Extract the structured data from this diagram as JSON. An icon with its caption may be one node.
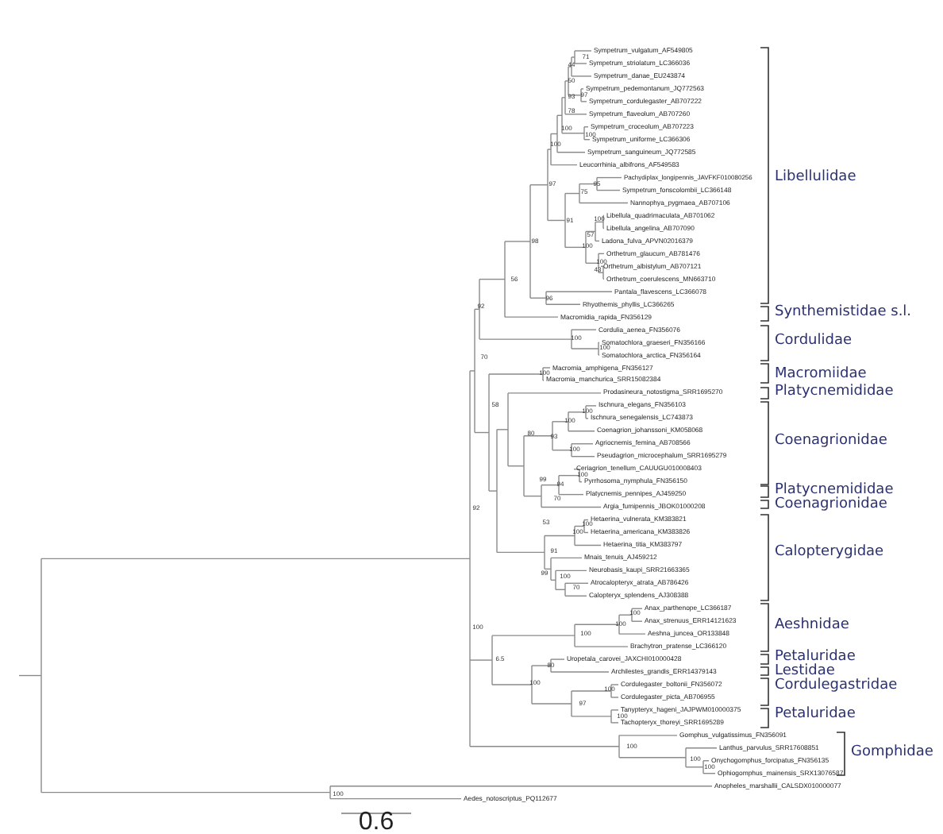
{
  "diagram": {
    "labels": [
      "Sympetrum_vulgatum_AF549805",
      "Sympetrum_striolatum_LC366036",
      "Sympetrum_danae_EU243874",
      "Sympetrum_pedemontanum_JQ772563",
      "Sympetrum_cordulegaster_AB707222",
      "Sympetrum_flaveolum_AB707260",
      "Sympetrum_croceolum_AB707223",
      "Sympetrum_uniforme_LC366306",
      "Sympetrum_sanguineum_JQ772585",
      "Leucorrhinia_albifrons_AF549583",
      "Pachydiplax_longipennis_JAVFKF010080256",
      "Sympetrum_fonscolombii_LC366148",
      "Nannophya_pygmaea_AB707106",
      "Libellula_quadrimaculata_AB701062",
      "Libellula_angelina_AB707090",
      "Ladona_fulva_APVN02016379",
      "Orthetrum_glaucum_AB781476",
      "Orthetrum_albistylum_AB707121",
      "Orthetrum_coerulescens_MN663710",
      "Pantala_flavescens_LC366078",
      "Rhyothemis_phyllis_LC366265",
      "Macromidia_rapida_FN356129",
      "Cordulia_aenea_FN356076",
      "Somatochlora_graeseri_FN356166",
      "Somatochlora_arctica_FN356164",
      "Macromia_amphigena_FN356127",
      "Macromia_manchurica_SRR15082384",
      "Prodasineura_notostigma_SRR1695270",
      "Ischnura_elegans_FN356103",
      "Ischnura_senegalensis_LC743873",
      "Coenagrion_johanssoni_KM058068",
      "Agriocnemis_femina_AB708566",
      "Pseudagrion_microcephalum_SRR1695279",
      "Ceriagrion_tenellum_CAUUGU010008403",
      "Pyrrhosoma_nymphula_FN356150",
      "Platycnemis_pennipes_AJ459250",
      "Argia_fumipennis_JBOK01000208",
      "Hetaerina_vulnerata_KM383821",
      "Hetaerina_americana_KM383826",
      "Hetaerina_titia_KM383797",
      "Mnais_tenuis_AJ459212",
      "Neurobasis_kaupi_SRR21663365",
      "Atrocalopteryx_atrata_AB786426",
      "Calopteryx_splendens_AJ308388",
      "Anax_parthenope_LC366187",
      "Anax_strenuus_ERR14121623",
      "Aeshna_juncea_OR133848",
      "Brachytron_pratense_LC366120",
      "Uropetala_carovei_JAXCHI010000428",
      "Archilestes_grandis_ERR14379143",
      "Cordulegaster_boltonii_FN356072",
      "Cordulegaster_picta_AB706955",
      "Tanypteryx_hageni_JAJPWM010000375",
      "Tachopteryx_thoreyi_SRR1695289",
      "Gomphus_vulgatissimus_FN356091",
      "Lanthus_parvulus_SRR17608851",
      "Onychogomphus_forcipatus_FN356135",
      "Ophiogomphus_mainensis_SRX13076587",
      "Anopheles_marshallii_CALSDX010000077",
      "Aedes_notoscriptus_PQ112677",
      "Libellulidae",
      "Synthemistidae s.l.",
      "Cordulidae",
      "Macromiidae",
      "Platycnemididae",
      "Coenagrionidae",
      "Platycnemididae",
      "Coenagrionidae",
      "Calopterygidae",
      "Aeshnidae",
      "Petaluridae",
      "Lestidae",
      "Cordulegastridae",
      "Petaluridae",
      "Gomphidae",
      "71",
      "44",
      "50",
      "93",
      "97",
      "78",
      "100",
      "100",
      "100",
      "97",
      "95",
      "75",
      "91",
      "100",
      "57",
      "98",
      "100",
      "100",
      "43",
      "56",
      "96",
      "92",
      "100",
      "100",
      "70",
      "100",
      "58",
      "100",
      "100",
      "80",
      "93",
      "100",
      "100",
      "99",
      "94",
      "70",
      "92",
      "53",
      "100",
      "100",
      "91",
      "99",
      "100",
      "70",
      "100",
      "100",
      "100",
      "100",
      "6.5",
      "80",
      "100",
      "100",
      "97",
      "100",
      "100",
      "100",
      "100",
      "100",
      "0.6"
    ]
  }
}
